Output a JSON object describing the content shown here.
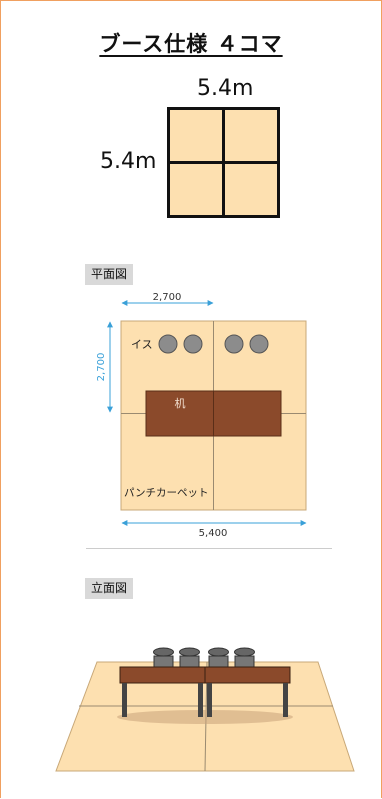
{
  "title": "ブース仕様 ４コマ",
  "overview": {
    "width_label": "5.4m",
    "height_label": "5.4m"
  },
  "plan": {
    "label": "平面図",
    "top_dim": "2,700",
    "left_dim": "2,700",
    "bottom_dim": "5,400",
    "chair_label": "イス",
    "desk_label": "机",
    "carpet_label": "パンチカーペット"
  },
  "elevation": {
    "label": "立面図"
  },
  "colors": {
    "carpet": "#fde0b0",
    "desk": "#8b4a2b",
    "chair": "#8c8c8c",
    "dimension": "#3aa0d8",
    "frame": "#f0a060"
  }
}
